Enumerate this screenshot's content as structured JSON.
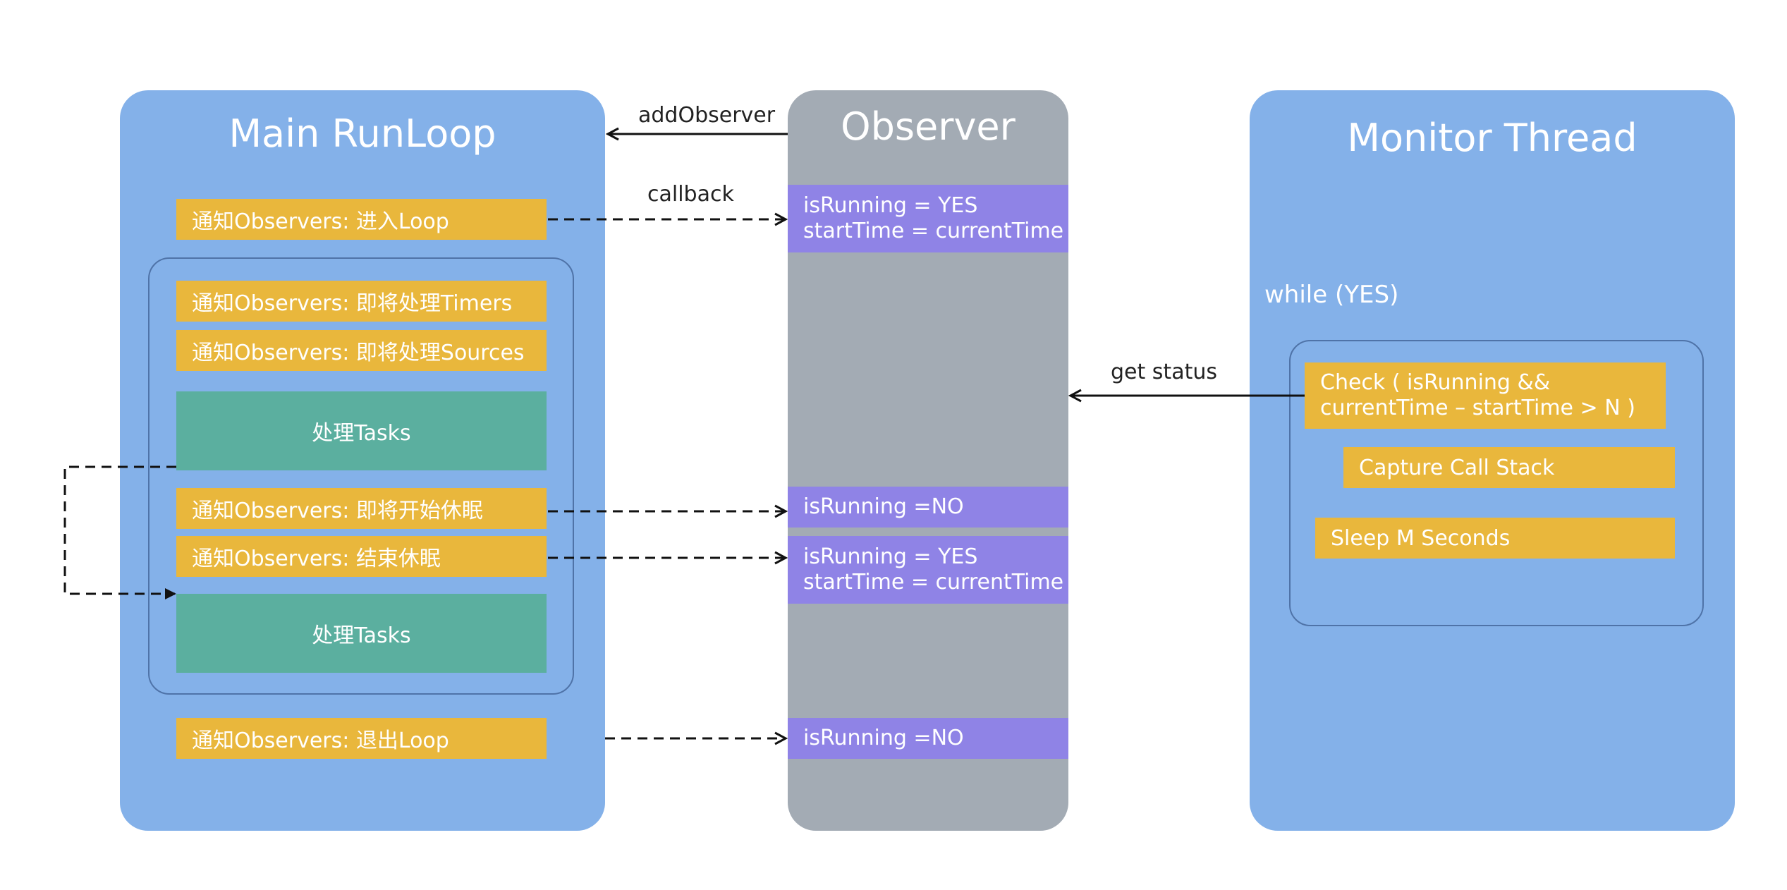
{
  "main_runloop": {
    "title": "Main RunLoop",
    "enter_loop": "通知Observers: 进入Loop",
    "before_timers": "通知Observers: 即将处理Timers",
    "before_sources": "通知Observers: 即将处理Sources",
    "process_tasks_1": "处理Tasks",
    "before_waiting": "通知Observers: 即将开始休眠",
    "after_waiting": "通知Observers: 结束休眠",
    "process_tasks_2": "处理Tasks",
    "exit_loop": "通知Observers: 退出Loop"
  },
  "observer": {
    "title": "Observer",
    "state_1_line_1": "isRunning = YES",
    "state_1_line_2": "startTime  = currentTime",
    "state_2": "isRunning =NO",
    "state_3_line_1": "isRunning = YES",
    "state_3_line_2": "startTime  = currentTime",
    "state_4": "isRunning =NO"
  },
  "monitor_thread": {
    "title": "Monitor Thread",
    "loop_label": "while (YES)",
    "check_line_1": "Check ( isRunning &&",
    "check_line_2": "currentTime – startTime > N )",
    "capture": "Capture Call Stack",
    "sleep": "Sleep M Seconds"
  },
  "arrows": {
    "add_observer": "addObserver",
    "callback": "callback",
    "get_status": "get status"
  },
  "colors": {
    "panel_blue": "#84b1e9",
    "panel_gray": "#a3abb4",
    "notify_yellow": "#e9b73c",
    "task_green": "#5baf9f",
    "state_purple": "#8f83e6"
  }
}
